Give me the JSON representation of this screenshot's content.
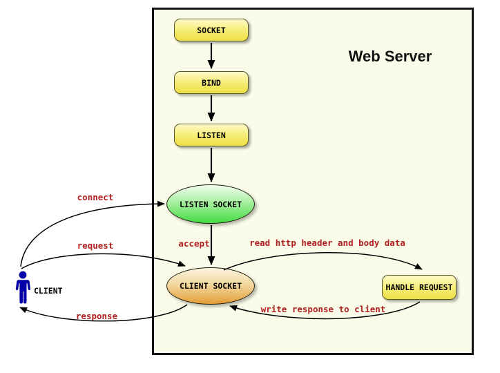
{
  "diagram": {
    "title": "Web Server",
    "nodes": {
      "socket": {
        "label": "SOCKET",
        "shape": "rounded-rect",
        "fill_top": "#fdfbc8",
        "fill_bottom": "#eedf45"
      },
      "bind": {
        "label": "BIND",
        "shape": "rounded-rect",
        "fill_top": "#fdfbc8",
        "fill_bottom": "#eedf45"
      },
      "listen": {
        "label": "LISTEN",
        "shape": "rounded-rect",
        "fill_top": "#fdfbc8",
        "fill_bottom": "#eedf45"
      },
      "listen_socket": {
        "label": "LISTEN SOCKET",
        "shape": "ellipse",
        "fill_top": "#f2fdf0",
        "fill_bottom": "#44db44"
      },
      "client_socket": {
        "label": "CLIENT SOCKET",
        "shape": "ellipse",
        "fill_top": "#fbf4e0",
        "fill_bottom": "#e39d37"
      },
      "handle_request": {
        "label": "HANDLE REQUEST",
        "shape": "rounded-rect",
        "fill_top": "#fdfbc8",
        "fill_bottom": "#eedf45"
      }
    },
    "actor": {
      "label": "CLIENT",
      "color": "#0000a6"
    },
    "edges": {
      "connect": {
        "label": "connect",
        "from": "client",
        "to": "listen_socket"
      },
      "request": {
        "label": "request",
        "from": "client",
        "to": "client_socket"
      },
      "response": {
        "label": "response",
        "from": "client_socket",
        "to": "client"
      },
      "accept": {
        "label": "accept",
        "from": "listen_socket",
        "to": "client_socket"
      },
      "read": {
        "label": "read http header and body data",
        "from": "client_socket",
        "to": "handle_request"
      },
      "write": {
        "label": "write response to client",
        "from": "handle_request",
        "to": "client_socket"
      }
    },
    "colors": {
      "server_box_fill": "#fbfbe9",
      "server_box_border": "#111111",
      "edge_label_color": "#b02020",
      "arrow_color": "#000000"
    }
  }
}
